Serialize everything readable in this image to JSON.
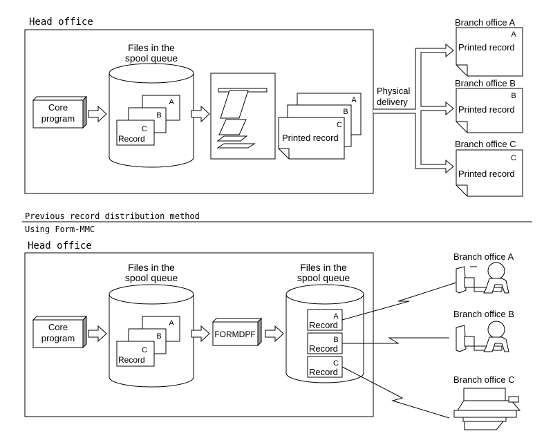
{
  "top": {
    "head_office": "Head office",
    "spool_title_1": "Files in the",
    "spool_title_2": "spool queue",
    "core_1": "Core",
    "core_2": "program",
    "rec_a": "A",
    "rec_b": "B",
    "rec_c": "C",
    "record": "Record",
    "printed_a": "A",
    "printed_b": "B",
    "printed_c": "C",
    "printed_record": "Printed record",
    "physical_1": "Physical",
    "physical_2": "delivery",
    "branches": [
      {
        "title": "Branch office A",
        "letter": "A",
        "label": "Printed record"
      },
      {
        "title": "Branch office B",
        "letter": "B",
        "label": "Printed record"
      },
      {
        "title": "Branch office C",
        "letter": "C",
        "label": "Printed record"
      }
    ],
    "caption": "Previous record distribution method"
  },
  "bottom": {
    "using": "Using Form-MMC",
    "head_office": "Head office",
    "spool1_title_1": "Files in the",
    "spool1_title_2": "spool queue",
    "core_1": "Core",
    "core_2": "program",
    "rec_a": "A",
    "rec_b": "B",
    "rec_c": "C",
    "record": "Record",
    "formdpf": "FORMDPF",
    "spool2_title_1": "Files in the",
    "spool2_title_2": "spool queue",
    "records": [
      {
        "letter": "A",
        "label": "Record"
      },
      {
        "letter": "B",
        "label": "Record"
      },
      {
        "letter": "C",
        "label": "Record"
      }
    ],
    "branches": [
      {
        "title": "Branch office A"
      },
      {
        "title": "Branch office B"
      },
      {
        "title": "Branch office C"
      }
    ]
  }
}
